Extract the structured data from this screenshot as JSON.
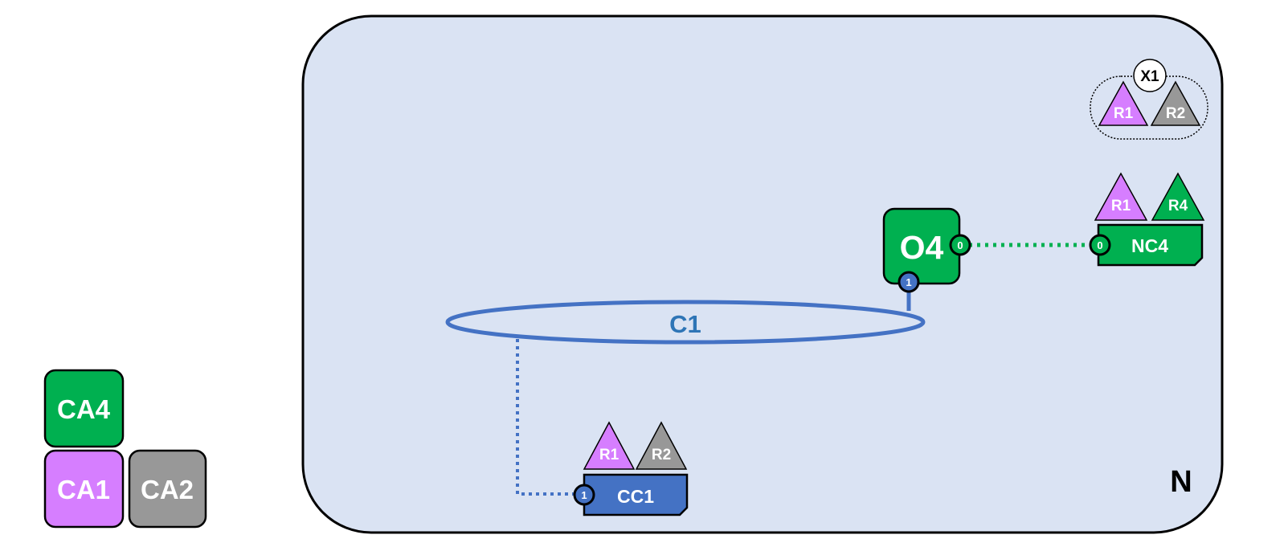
{
  "colors": {
    "network_fill": "#dae3f3",
    "green": "#00b050",
    "purple": "#d67eff",
    "gray": "#989898",
    "blue": "#4472c4",
    "c1_text": "#2e75b6"
  },
  "legend": {
    "ca4": "CA4",
    "ca1": "CA1",
    "ca2": "CA2"
  },
  "network": {
    "label": "N"
  },
  "x1": {
    "label": "X1",
    "r1": "R1",
    "r2": "R2"
  },
  "nc4": {
    "label": "NC4",
    "port": "0",
    "r1": "R1",
    "r4": "R4"
  },
  "o4": {
    "label": "O4",
    "port_right": "0",
    "port_bottom": "1"
  },
  "c1": {
    "label": "C1"
  },
  "cc1": {
    "label": "CC1",
    "port": "1",
    "r1": "R1",
    "r2": "R2"
  }
}
